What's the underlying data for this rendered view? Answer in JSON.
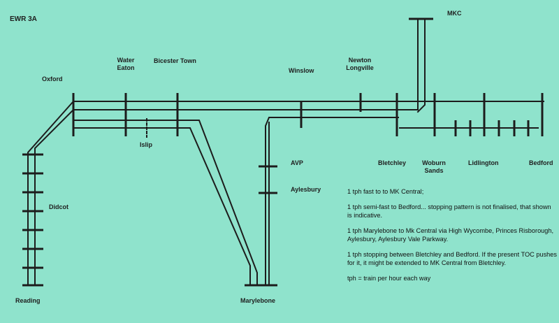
{
  "title": "EWR 3A",
  "stations": {
    "oxford": "Oxford",
    "water_eaton": "Water\nEaton",
    "bicester_town": "Bicester Town",
    "islip": "Islip",
    "winslow": "Winslow",
    "newton_longville": "Newton\nLongville",
    "mkc": "MKC",
    "bletchley": "Bletchley",
    "woburn_sands": "Woburn\nSands",
    "lidlington": "Lidlington",
    "bedford": "Bedford",
    "avp": "AVP",
    "aylesbury": "Aylesbury",
    "didcot": "Didcot",
    "reading": "Reading",
    "marylebone": "Marylebone"
  },
  "notes": [
    "1 tph fast to to MK Central;",
    "1 tph semi-fast to Bedford... stopping pattern is not finalised, that shown is indicative.",
    "1 tph Marylebone to Mk Central via High Wycombe, Princes Risborough, Aylesbury, Aylesbury Vale Parkway.",
    "1 tph stopping between Bletchley and Bedford. If the present TOC pushes for it, it might be extended to MK Central from Bletchley.",
    "tph = train per hour each way"
  ],
  "colors": {
    "background": "#8fe3cc",
    "line": "#1c1c1c"
  }
}
